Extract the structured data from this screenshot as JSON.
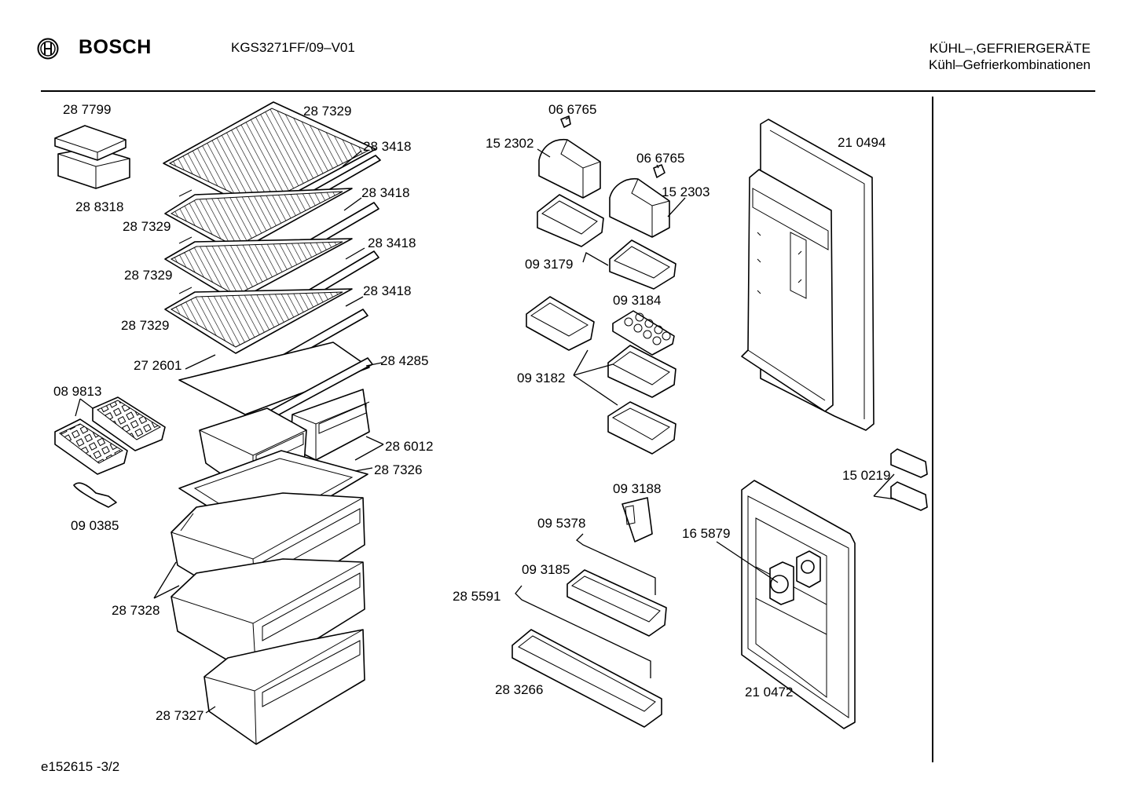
{
  "header": {
    "brand": "BOSCH",
    "model": "KGS3271FF/09–V01",
    "category_line1": "KÜHL–,GEFRIERGERÄTE",
    "category_line2": "Kühl–Gefrierkombinationen"
  },
  "footer": {
    "code": "e152615  -3/2"
  },
  "parts": [
    "28 7799",
    "28 7329",
    "28 3418",
    "28 8318",
    "28 7329",
    "28 3418",
    "28 7329",
    "28 3418",
    "28 7329",
    "28 3418",
    "27 2601",
    "28 4285",
    "08 9813",
    "28 6012",
    "28 7326",
    "09 0385",
    "28 7328",
    "28 7327",
    "06 6765",
    "15 2302",
    "06 6765",
    "15 2303",
    "09 3179",
    "09 3184",
    "09 3182",
    "09 3188",
    "09 5378",
    "09 3185",
    "28 5591",
    "28 3266",
    "21 0494",
    "15 0219",
    "16 5879",
    "21 0472"
  ]
}
